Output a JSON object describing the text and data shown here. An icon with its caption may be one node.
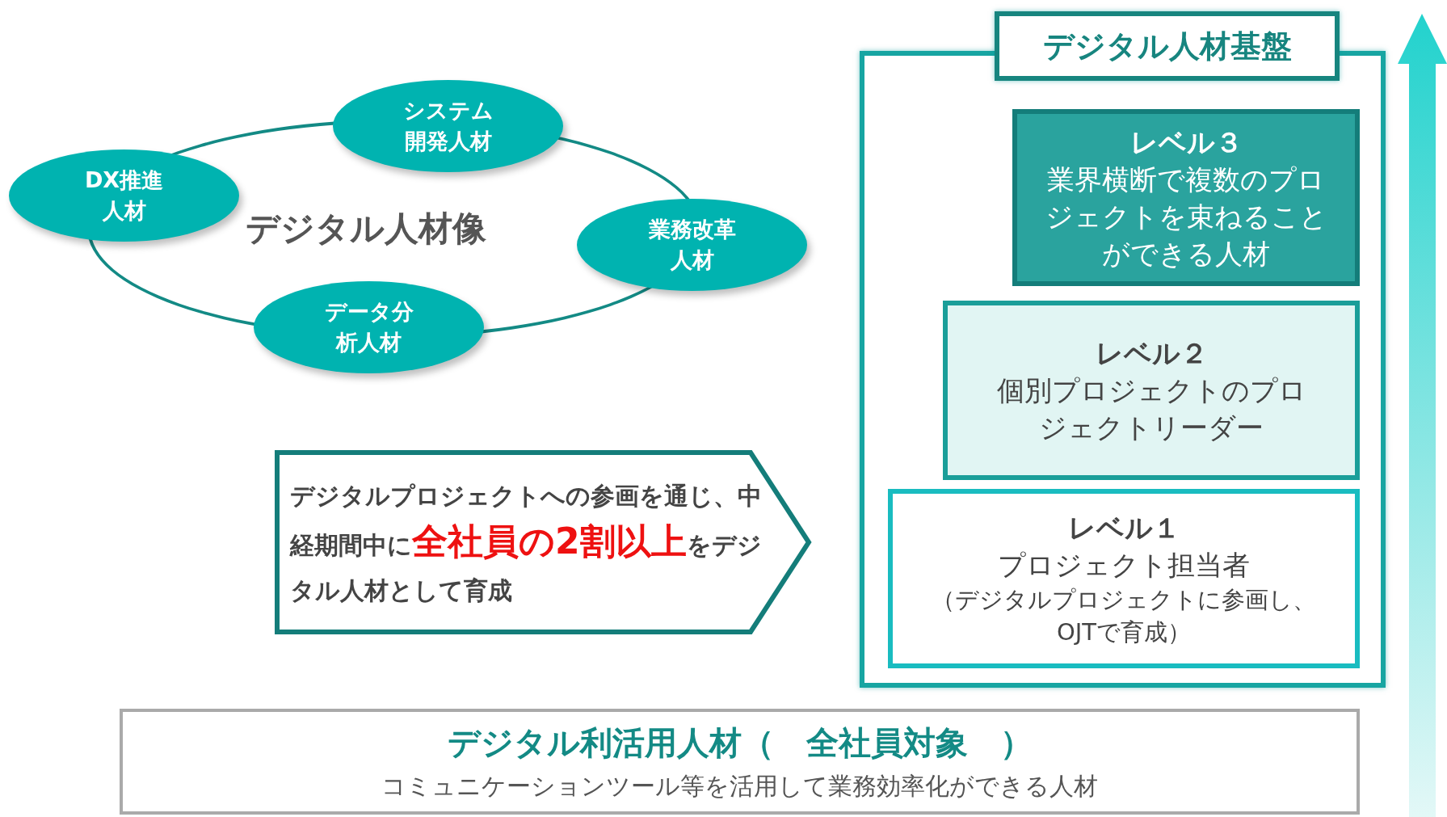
{
  "diagram": {
    "nodes": [
      {
        "text": [
          "デジタル人材像"
        ]
      },
      {
        "text": [
          "システム開発人材"
        ]
      },
      {
        "text": [
          "DX推進人材"
        ]
      },
      {
        "text": [
          "業務改革人材"
        ]
      },
      {
        "text": [
          "データ分析人材"
        ]
      },
      {
        "text": [
          "デジタルプロジェクトへの参画を通じ、中経期間中に**全社員の2割以上**をデジタル人材として育成"
        ]
      },
      {
        "text": [
          "デジタル人材基盤"
        ]
      },
      {
        "text": [
          "レベル３",
          "業界横断で複数のプロジェクトを束ねることができる人材"
        ],
        "in": 6
      },
      {
        "text": [
          "レベル２",
          "個別プロジェクトのプロジェクトリーダー"
        ],
        "in": 6
      },
      {
        "text": [
          "レベル１",
          "プロジェクト担当者",
          "（デジタルプロジェクトに参画し、OJTで育成）"
        ],
        "in": 6
      },
      {
        "text": [
          "デジタル利活用人材（　全社員対象　）",
          "コミュニケーションツール等を活用して業務効率化ができる人材"
        ]
      }
    ]
  }
}
